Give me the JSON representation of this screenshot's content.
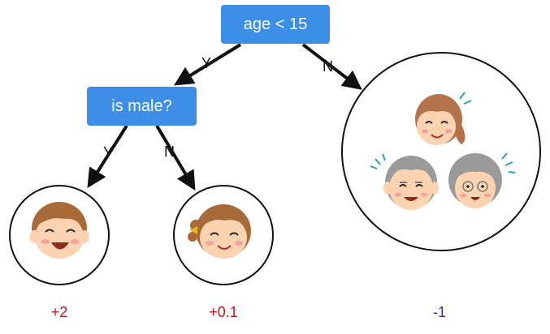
{
  "nodes": {
    "root": {
      "text": "age < 15"
    },
    "child": {
      "text": "is male?"
    }
  },
  "edges": {
    "root_left": "Y",
    "root_right": "N",
    "child_left": "Y",
    "child_right": "N"
  },
  "leaves": [
    {
      "icon": "boy-face-icon",
      "score": "+2",
      "score_color": "#c0151b"
    },
    {
      "icon": "girl-face-icon",
      "score": "+0.1",
      "score_color": "#c0151b"
    },
    {
      "icon": "adults-faces-icon",
      "score": "-1",
      "score_color": "#4a2c8a"
    }
  ],
  "colors": {
    "node_fill": "#3d8ee6",
    "edge": "#111111"
  }
}
